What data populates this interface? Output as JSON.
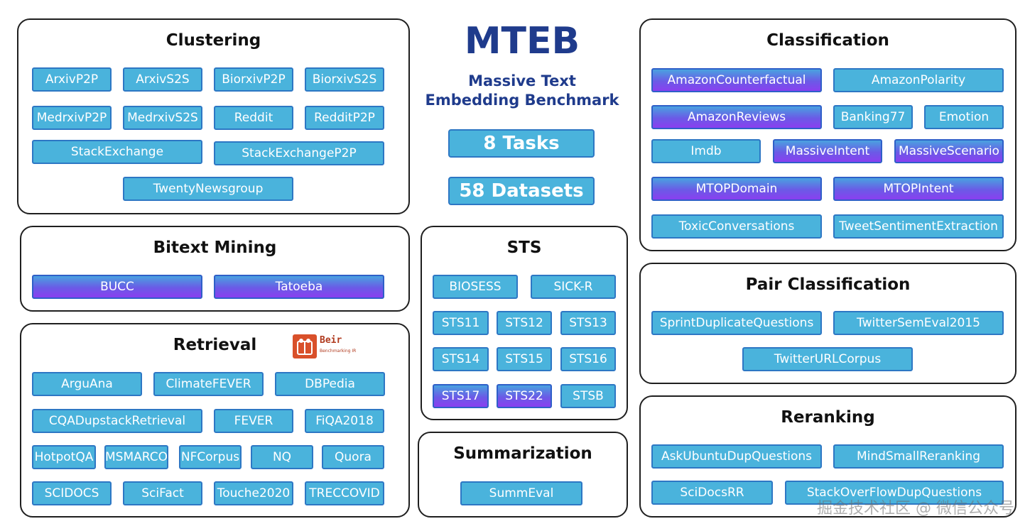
{
  "header": {
    "title": "MTEB",
    "subtitle_line1": "Massive Text",
    "subtitle_line2": "Embedding Benchmark",
    "tasks": "8 Tasks",
    "datasets": "58 Datasets"
  },
  "clustering": {
    "title": "Clustering",
    "items": [
      "ArxivP2P",
      "ArxivS2S",
      "BiorxivP2P",
      "BiorxivS2S",
      "MedrxivP2P",
      "MedrxivS2S",
      "Reddit",
      "RedditP2P",
      "StackExchange",
      "StackExchangeP2P",
      "TwentyNewsgroup"
    ]
  },
  "bitext": {
    "title": "Bitext Mining",
    "items": [
      "BUCC",
      "Tatoeba"
    ]
  },
  "retrieval": {
    "title": "Retrieval",
    "logo_text": "Beir",
    "logo_subtext": "Benchmarking IR",
    "items": [
      "ArguAna",
      "ClimateFEVER",
      "DBPedia",
      "CQADupstackRetrieval",
      "FEVER",
      "FiQA2018",
      "HotpotQA",
      "MSMARCO",
      "NFCorpus",
      "NQ",
      "Quora",
      "SCIDOCS",
      "SciFact",
      "Touche2020",
      "TRECCOVID"
    ]
  },
  "sts": {
    "title": "STS",
    "items": [
      "BIOSESS",
      "SICK-R",
      "STS11",
      "STS12",
      "STS13",
      "STS14",
      "STS15",
      "STS16",
      "STS17",
      "STS22",
      "STSB"
    ]
  },
  "summarization": {
    "title": "Summarization",
    "items": [
      "SummEval"
    ]
  },
  "classification": {
    "title": "Classification",
    "items": [
      "AmazonCounterfactual",
      "AmazonPolarity",
      "AmazonReviews",
      "Banking77",
      "Emotion",
      "Imdb",
      "MassiveIntent",
      "MassiveScenario",
      "MTOPDomain",
      "MTOPIntent",
      "ToxicConversations",
      "TweetSentimentExtraction"
    ]
  },
  "pair_classification": {
    "title": "Pair Classification",
    "items": [
      "SprintDuplicateQuestions",
      "TwitterSemEval2015",
      "TwitterURLCorpus"
    ]
  },
  "reranking": {
    "title": "Reranking",
    "items": [
      "AskUbuntuDupQuestions",
      "MindSmallReranking",
      "SciDocsRR",
      "StackOverFlowDupQuestions"
    ]
  },
  "watermark": "掘金技术社区 @ 微信公众号",
  "colors": {
    "chip_blue": "#4ab3dc",
    "chip_purple": "#8a3ff0",
    "title_navy": "#1f3b8c"
  }
}
